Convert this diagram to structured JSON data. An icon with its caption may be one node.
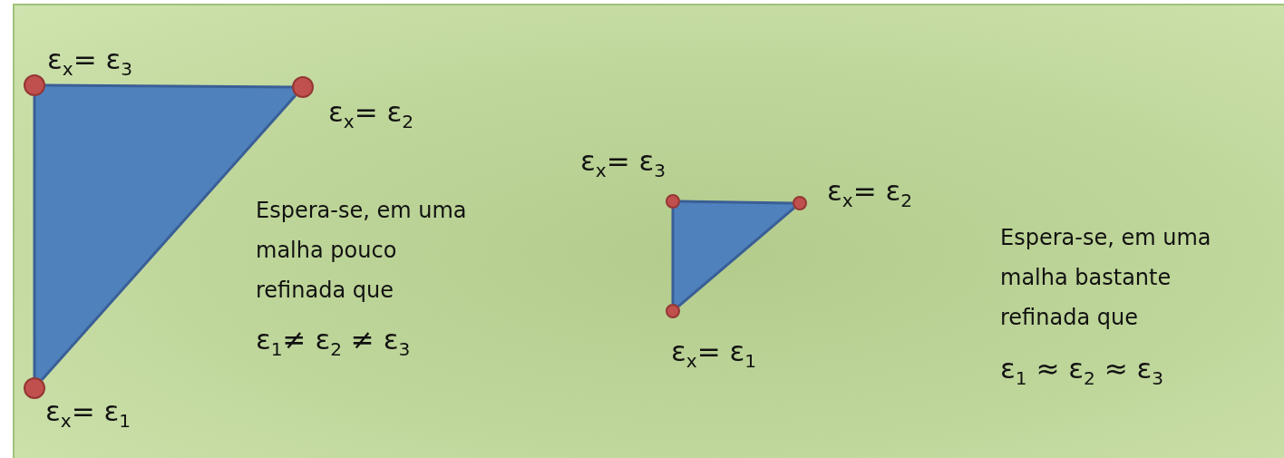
{
  "diagram": {
    "nodes": [
      {
        "text": [],
        "shape": "circle",
        "beside": [
          "ε$_{x}$= ε$_{3}$"
        ]
      },
      {
        "text": [],
        "shape": "circle",
        "beside": [
          "ε$_{x}$= ε$_{2}$"
        ]
      },
      {
        "text": [],
        "shape": "circle",
        "beside": [
          "ε$_{x}$= ε$_{1}$"
        ]
      },
      {
        "text": [],
        "shape": "circle",
        "beside": [
          "ε$_{x}$= ε$_{3}$"
        ]
      },
      {
        "text": [],
        "shape": "circle",
        "beside": [
          "ε$_{x}$= ε$_{2}$"
        ]
      },
      {
        "text": [],
        "shape": "circle",
        "beside": [
          "ε$_{x}$= ε$_{1}$"
        ]
      }
    ],
    "edges": [
      {
        "from": 0,
        "to": 1,
        "arrow": "none"
      },
      {
        "from": 1,
        "to": 2,
        "arrow": "none"
      },
      {
        "from": 2,
        "to": 0,
        "arrow": "none"
      },
      {
        "from": 3,
        "to": 4,
        "arrow": "none"
      },
      {
        "from": 4,
        "to": 5,
        "arrow": "none"
      },
      {
        "from": 5,
        "to": 3,
        "arrow": "none"
      }
    ],
    "labels": [
      "Espera-se, em uma malha pouco refinada que",
      "ε$_{1}$≠ ε$_{2}$ ≠ ε$_{3}$",
      "Espera-se, em uma malha bastante refinada que",
      "ε$_{1}$ ≈ ε$_{2}$ ≈ ε$_{3}$"
    ]
  }
}
